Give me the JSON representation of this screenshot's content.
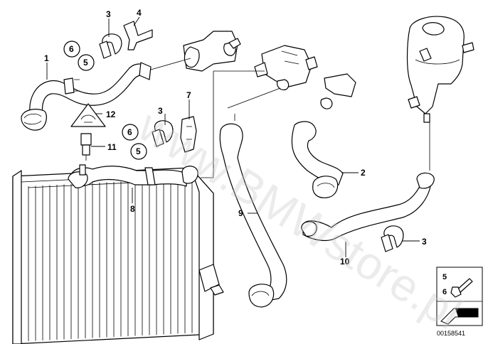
{
  "callouts": {
    "c1": "1",
    "c2": "2",
    "c3a": "3",
    "c3b": "3",
    "c3c": "3",
    "c4": "4",
    "c5a": "5",
    "c5b": "5",
    "c6a": "6",
    "c6b": "6",
    "c7": "7",
    "c8": "8",
    "c9": "9",
    "c10": "10",
    "c11": "11",
    "c12": "12"
  },
  "legend": {
    "top": "5",
    "bottom": "6"
  },
  "doc_number": "00158541",
  "watermark": "www.BMWstore.pl"
}
